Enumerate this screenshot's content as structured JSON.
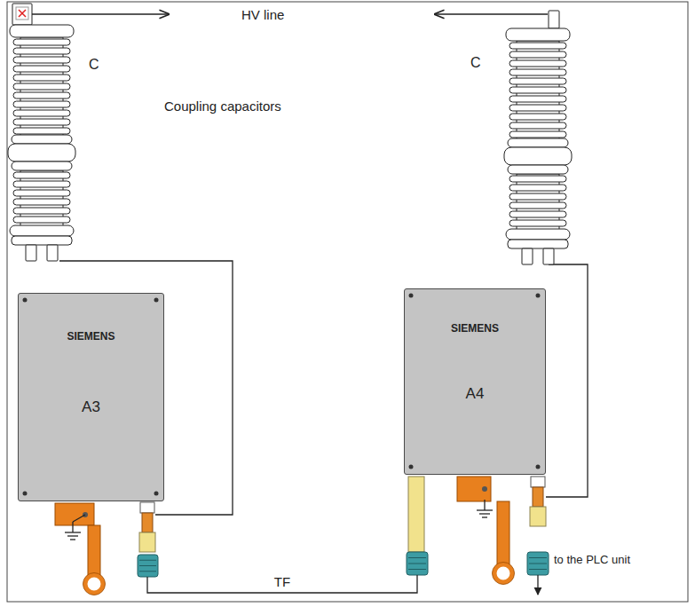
{
  "diagram": {
    "nodes": [
      {
        "text": [
          "C"
        ]
      },
      {
        "text": [
          "C"
        ]
      },
      {
        "text": [
          "SIEMENS",
          "A3"
        ]
      },
      {
        "text": [
          "SIEMENS",
          "A4"
        ]
      }
    ],
    "edges": [
      {
        "from": 0,
        "to": 2,
        "arrow": "none"
      },
      {
        "from": 1,
        "to": 3,
        "arrow": "none"
      },
      {
        "from": 2,
        "to": 3,
        "label": "TF",
        "arrow": "none"
      }
    ],
    "labels": [
      "HV line",
      "Coupling capacitors",
      "to the PLC unit"
    ]
  }
}
